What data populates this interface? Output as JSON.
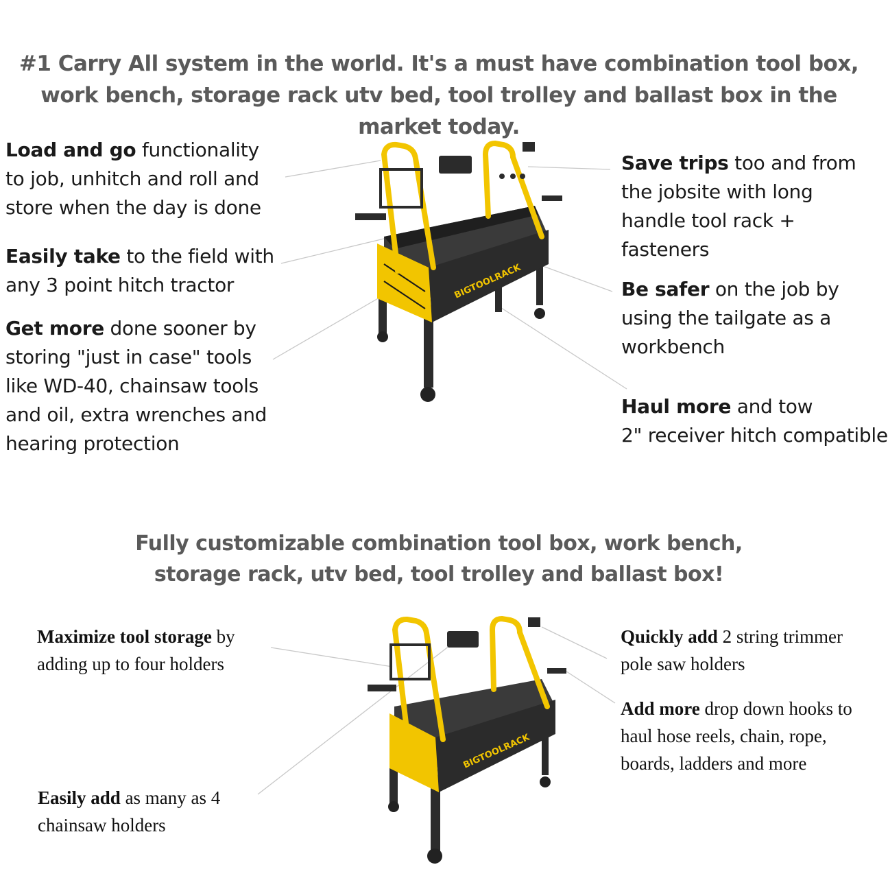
{
  "section1": {
    "headline": "#1 Carry All system in the world. It's a must have combination tool box, work bench, storage rack utv bed, tool trolley and ballast box in the market today.",
    "callouts": [
      {
        "bold": "Load and go",
        "text": " functionality to job, unhitch and roll and store when the day is done"
      },
      {
        "bold": "Easily take",
        "text": " to the field with any 3 point hitch tractor"
      },
      {
        "bold": "Get more",
        "text": " done sooner by storing \"just in case\" tools like WD-40, chainsaw tools and oil, extra wrenches and hearing protection"
      },
      {
        "bold": "Save trips",
        "text": " too and from the jobsite with long handle tool rack + fasteners"
      },
      {
        "bold": "Be safer",
        "text": " on the job by using the tailgate as a workbench"
      },
      {
        "bold": "Haul more",
        "text": " and tow"
      },
      {
        "bold": "",
        "text": "2\" receiver hitch compatible"
      }
    ]
  },
  "section2": {
    "headline": "Fully customizable combination tool box, work bench, storage rack, utv bed, tool trolley and ballast box!",
    "callouts": [
      {
        "bold": "Maximize tool storage",
        "text": " by adding up to four holders"
      },
      {
        "bold": "Easily add",
        "text": " as many as 4 chainsaw holders"
      },
      {
        "bold": "Quickly add",
        "text": " 2 string trimmer pole saw holders"
      },
      {
        "bold": "Add more",
        "text": " drop down hooks to haul hose reels, chain, rope, boards, ladders and more"
      }
    ]
  },
  "product": {
    "brand_label": "BIGTOOLRACK"
  },
  "colors": {
    "headline": "#5a5a5a",
    "text": "#1a1a1a",
    "frame_yellow": "#f2c500",
    "bin_dark": "#2b2b2b",
    "leader": "#c8c8c8"
  }
}
